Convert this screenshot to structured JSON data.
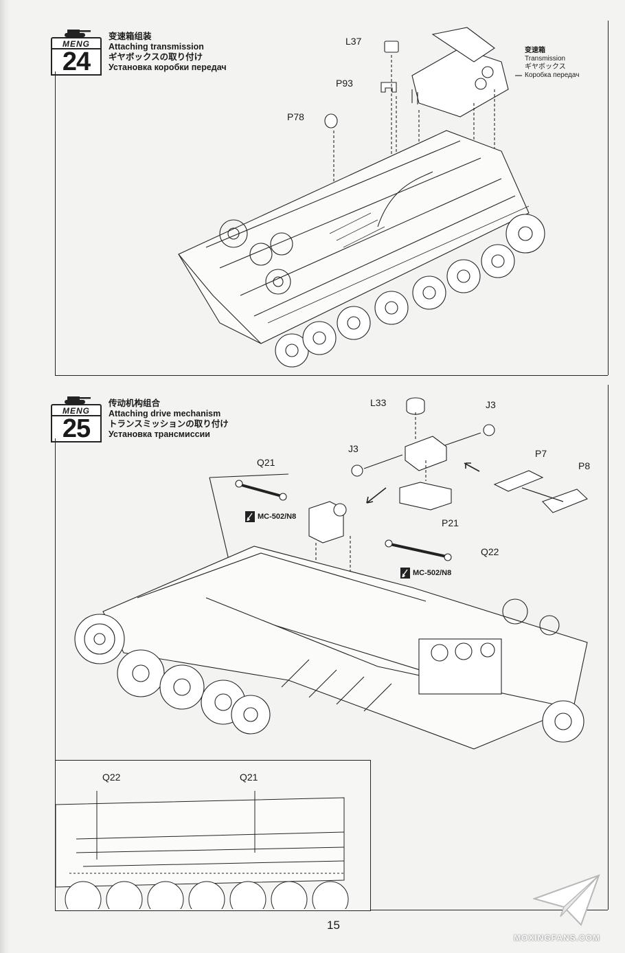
{
  "brand": "MENG",
  "steps": [
    {
      "number": "24",
      "title_zh": "变速箱组装",
      "title_en": "Attaching transmission",
      "title_ja": "ギヤボックスの取り付け",
      "title_ru": "Установка коробки передач",
      "part_labels": [
        "L37",
        "P93",
        "P78"
      ],
      "assembly_label": {
        "zh": "变速箱",
        "en": "Transmission",
        "ja": "ギヤボックス",
        "ru": "Коробка передач"
      }
    },
    {
      "number": "25",
      "title_zh": "传动机构组合",
      "title_en": "Attaching drive mechanism",
      "title_ja": "トランスミッションの取り付け",
      "title_ru": "Установка трансмиссии",
      "part_labels": [
        "L33",
        "J3",
        "J3",
        "P7",
        "P8",
        "Q21",
        "P21",
        "Q22"
      ],
      "paint_callouts": [
        "MC-502/N8",
        "MC-502/N8"
      ],
      "inset_labels": [
        "Q22",
        "Q21"
      ]
    }
  ],
  "page_number": "15",
  "watermark": "MOXINGFANS.COM",
  "icons": [
    "tank-icon",
    "paint-brush-icon",
    "paper-plane-icon"
  ]
}
